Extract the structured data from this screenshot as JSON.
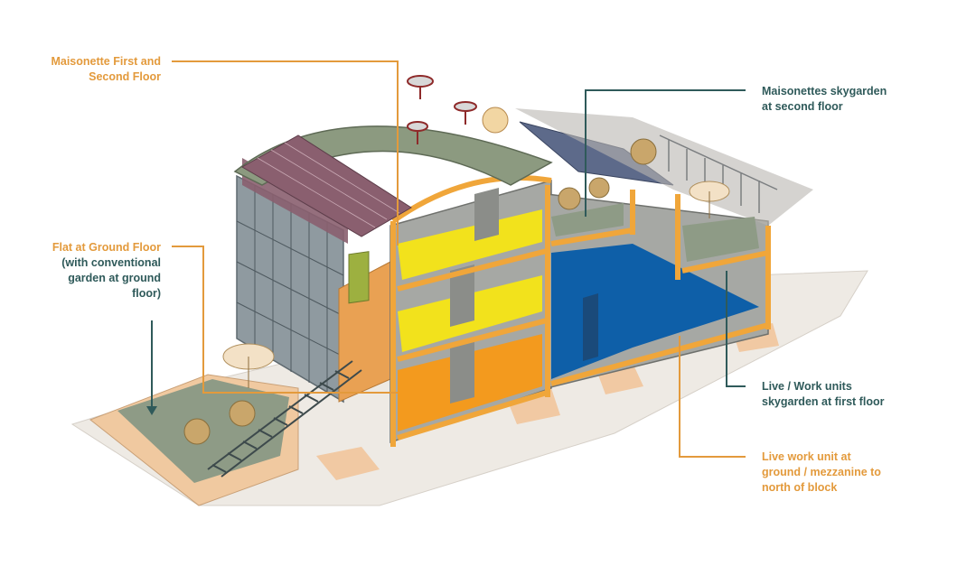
{
  "colors": {
    "callout_orange": "#e39a3c",
    "callout_teal": "#2f5a5a",
    "frame_orange": "#f0a63a",
    "maisonette_yellow": "#f2e21c",
    "live_work_blue": "#0e5fa8",
    "ground_orange": "#f39a1e",
    "green_roof": "#8c9a80",
    "solar_panel": "#8a5f6f",
    "glazing": "#8f9aa0",
    "wall_grey": "#a6a8a4"
  },
  "callouts": {
    "maisonette_floors": {
      "lines": [
        "Maisonette First and",
        "Second Floor"
      ]
    },
    "flat_ground": {
      "lines": [
        "Flat at Ground Floor",
        "(with conventional",
        "garden at ground",
        "floor)"
      ]
    },
    "skygarden_second": {
      "lines": [
        "Maisonettes skygarden",
        "at second floor"
      ]
    },
    "skygarden_first": {
      "lines": [
        "Live / Work units",
        "skygarden at first floor"
      ]
    },
    "live_work_ground": {
      "lines": [
        "Live work unit at",
        "ground / mezzanine to",
        "north of block"
      ]
    }
  }
}
